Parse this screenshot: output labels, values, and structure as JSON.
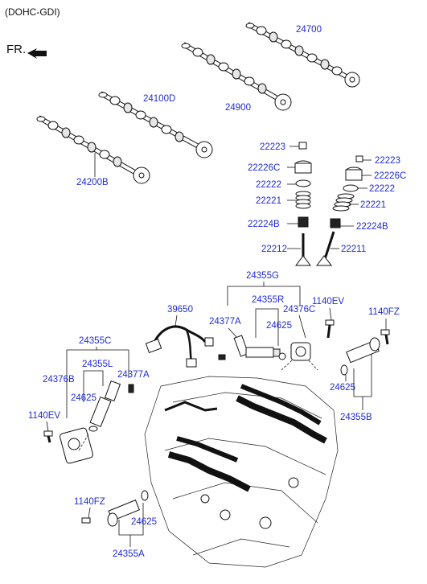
{
  "header": {
    "engine_type": "(DOHC-GDI)",
    "front_marker": "FR."
  },
  "labels": {
    "camshaft_rh_exhaust": "24700",
    "camshaft_rh_intake": "24900",
    "camshaft_lh_exhaust": "24100D",
    "camshaft_lh_intake": "24200B",
    "cotter_r": "22223",
    "retainer_r": "22226C",
    "spring_seat_r": "22222",
    "spring_r": "22221",
    "stem_seal_r": "22224B",
    "valve_r": "22212",
    "cotter_l": "22223",
    "retainer_l": "22226C",
    "spring_seat_l": "22222",
    "spring_l": "22221",
    "stem_seal_l": "22224B",
    "valve_l": "22211",
    "ocv_assy_g": "24355G",
    "ocv_r": "24355R",
    "cover_c": "24376C",
    "bolt_a": "24377A",
    "oring_1": "24625",
    "bolt_1140ev_top": "1140EV",
    "harness": "39650",
    "bolt_1140fz_right": "1140FZ",
    "oring_2": "24625",
    "ocv_assy_b": "24355B",
    "ocv_assy_c": "24355C",
    "ocv_l": "24355L",
    "cover_b": "24376B",
    "bolt_a_left": "24377A",
    "oring_3": "24625",
    "bolt_1140ev_left": "1140EV",
    "bolt_1140fz_bottom": "1140FZ",
    "oring_4": "24625",
    "ocv_assy_a": "24355A"
  }
}
